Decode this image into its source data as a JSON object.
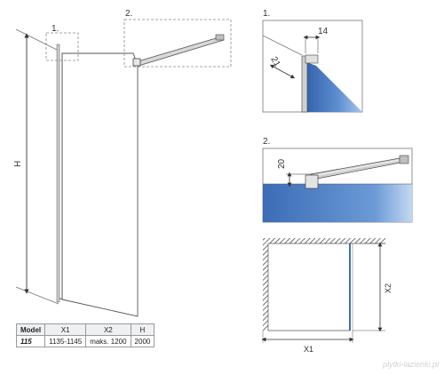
{
  "callouts": {
    "detail1": "1.",
    "detail2": "2."
  },
  "dimensions": {
    "height": "H",
    "gap_14": "14",
    "gap_21": "21",
    "gap_20": "20",
    "width_x1": "X1",
    "depth_x2": "X2"
  },
  "spec_table": {
    "headers": [
      "Model",
      "X1",
      "X2",
      "H"
    ],
    "rows": [
      [
        "115",
        "1135-1145",
        "maks. 1200",
        "2000"
      ]
    ]
  },
  "watermark": "plytki-lazienki.pl",
  "colors": {
    "glass_blue": "#3f6fb5",
    "line": "#555555",
    "dash": "#888888"
  }
}
